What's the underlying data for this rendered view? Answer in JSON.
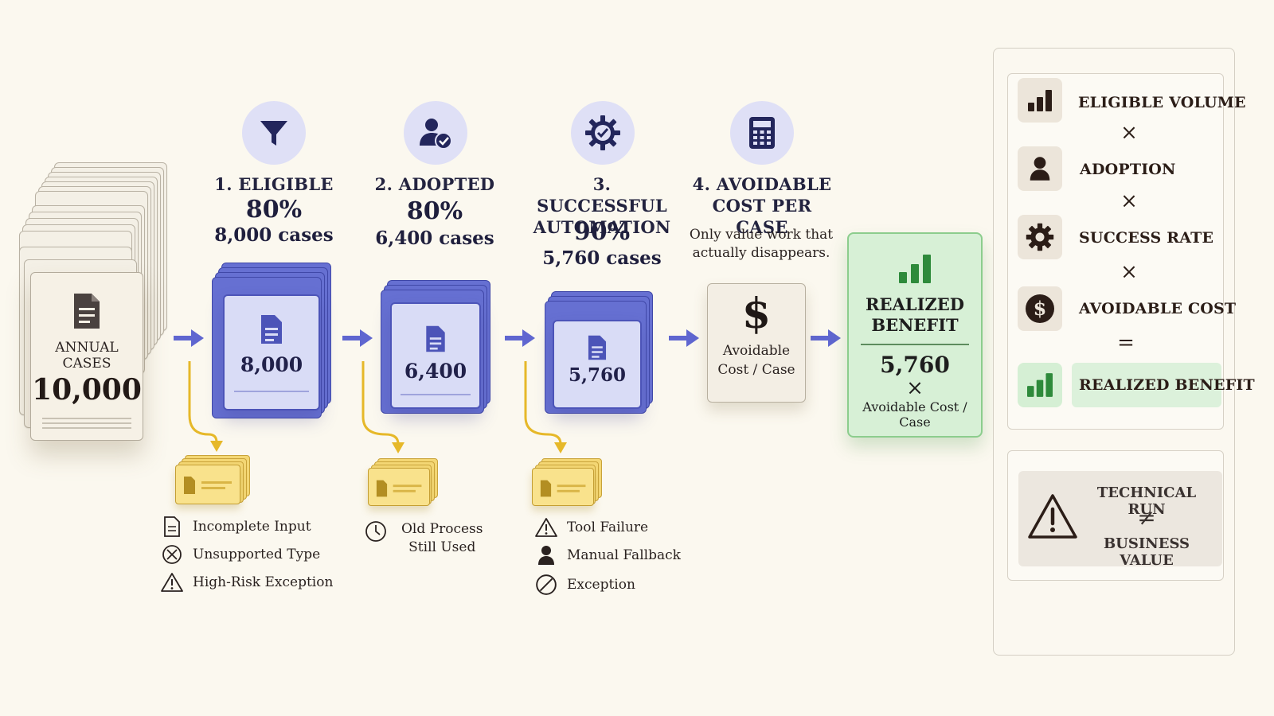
{
  "annual": {
    "label": "ANNUAL CASES",
    "value": "10,000"
  },
  "steps": [
    {
      "title_line1": "1. ELIGIBLE",
      "title_line2": "",
      "percent": "80%",
      "cases": "8,000 cases",
      "stack_value": "8,000",
      "icon": "funnel-icon"
    },
    {
      "title_line1": "2. ADOPTED",
      "title_line2": "",
      "percent": "80%",
      "cases": "6,400 cases",
      "stack_value": "6,400",
      "icon": "user-check-icon"
    },
    {
      "title_line1": "3. SUCCESSFUL",
      "title_line2": "AUTOMATION",
      "percent": "90%",
      "cases": "5,760 cases",
      "stack_value": "5,760",
      "icon": "gear-check-icon"
    },
    {
      "title_line1": "4. AVOIDABLE",
      "title_line2": "COST PER CASE",
      "note_line1": "Only value work that",
      "note_line2": "actually disappears.",
      "icon": "calculator-icon"
    }
  ],
  "avoidable_card": {
    "symbol": "$",
    "label_line1": "Avoidable",
    "label_line2": "Cost / Case"
  },
  "benefit": {
    "title_line1": "REALIZED",
    "title_line2": "BENEFIT",
    "value": "5,760",
    "operator": "×",
    "sub": "Avoidable Cost / Case"
  },
  "dropouts": {
    "eligible": [
      {
        "icon": "document-icon",
        "label": "Incomplete Input"
      },
      {
        "icon": "blocked-icon",
        "label": "Unsupported Type"
      },
      {
        "icon": "warning-icon",
        "label": "High-Risk Exception"
      }
    ],
    "adopted": [
      {
        "icon": "clock-icon",
        "label_line1": "Old Process",
        "label_line2": "Still Used"
      }
    ],
    "automation": [
      {
        "icon": "warning-icon",
        "label": "Tool Failure"
      },
      {
        "icon": "person-icon",
        "label": "Manual Fallback"
      },
      {
        "icon": "blocked-icon",
        "label": "Exception"
      }
    ]
  },
  "formula": {
    "items": [
      {
        "label": "ELIGIBLE VOLUME",
        "icon": "bar-chart-icon"
      },
      {
        "label": "ADOPTION",
        "icon": "person-icon"
      },
      {
        "label": "SUCCESS RATE",
        "icon": "gear-icon"
      },
      {
        "label": "AVOIDABLE COST",
        "icon": "dollar-icon"
      }
    ],
    "times": "×",
    "equals": "=",
    "result": "REALIZED BENEFIT"
  },
  "warning": {
    "line1": "TECHNICAL RUN",
    "operator": "≠",
    "line2": "BUSINESS VALUE"
  },
  "colors": {
    "background": "#fbf8ef",
    "blue_accent": "#5f66d0",
    "yellow_accent": "#e6b829",
    "green_accent": "#2e8a3b",
    "brown_text": "#2b1d17"
  }
}
